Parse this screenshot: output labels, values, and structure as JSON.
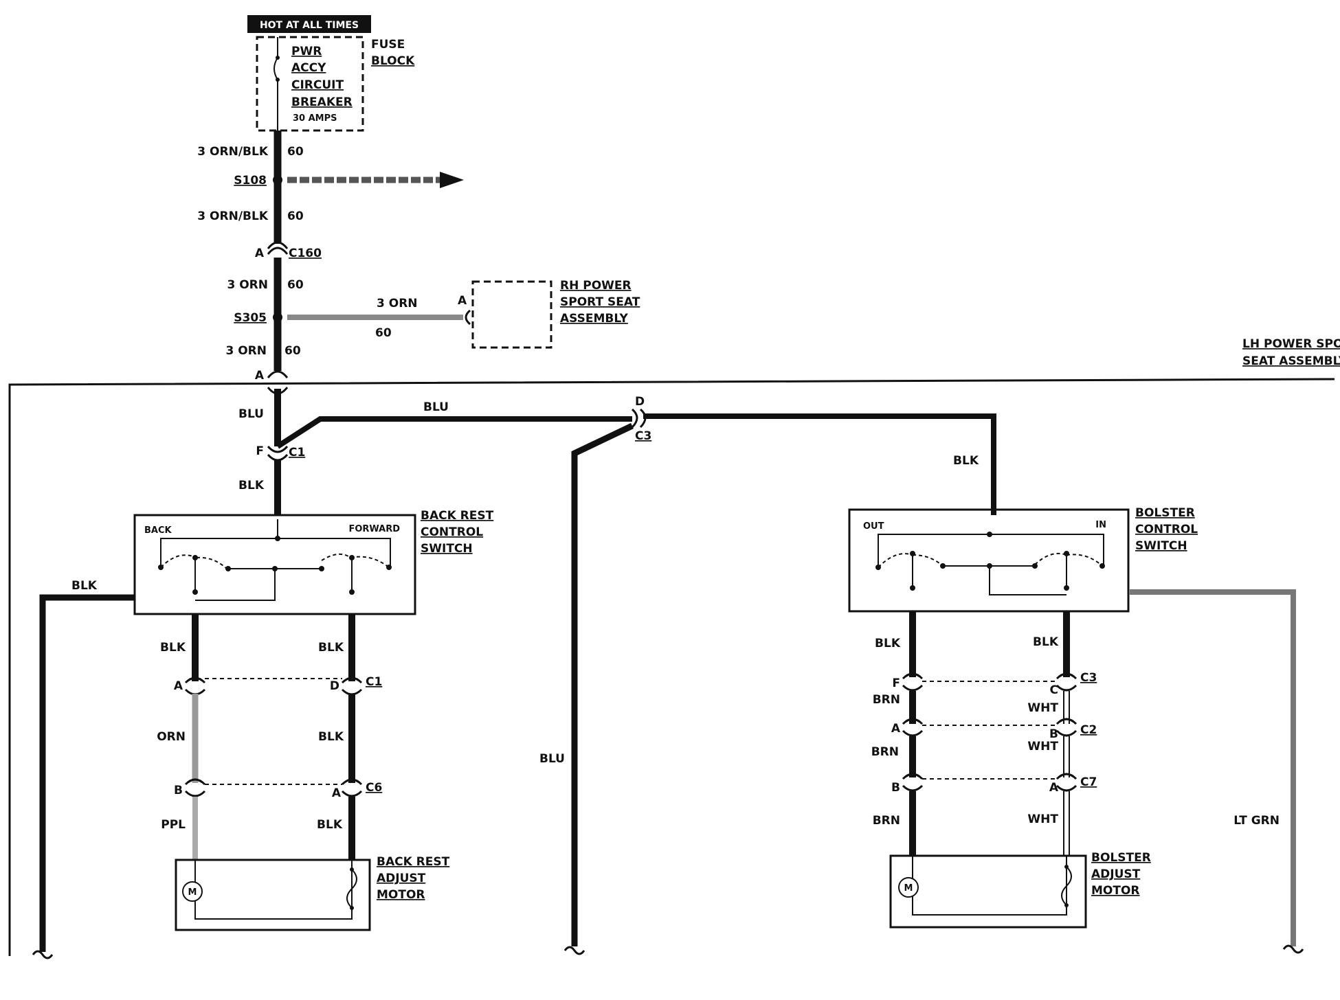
{
  "power": {
    "hot_label": "HOT AT ALL TIMES",
    "fuse_block": [
      "FUSE",
      "BLOCK"
    ],
    "breaker": [
      "PWR",
      "ACCY",
      "CIRCUIT",
      "BREAKER"
    ],
    "breaker_amps": "30 AMPS"
  },
  "feed_wires": {
    "w1": "3 ORN/BLK",
    "g1": "60",
    "splice1": "S108",
    "w2": "3 ORN/BLK",
    "g2": "60",
    "conn_c160_pin": "A",
    "conn_c160": "C160",
    "w3": "3 ORN",
    "g3": "60",
    "splice2": "S305",
    "w4": "3 ORN",
    "g4": "60",
    "conn_a_pin": "A",
    "branch_wire": "3 ORN",
    "branch_gauge": "60",
    "branch_pin": "A"
  },
  "rh_seat": [
    "RH POWER",
    "SPORT SEAT",
    "ASSEMBLY"
  ],
  "lh_seat": [
    "LH POWER SPORT",
    "SEAT ASSEMBLY"
  ],
  "bus": {
    "blu_vertical": "BLU",
    "blu_top": "BLU",
    "c1_pin": "F",
    "c1": "C1",
    "blk_below_c1": "BLK",
    "c3_pin": "D",
    "c3": "C3",
    "blk_to_bolster": "BLK",
    "blk_left": "BLK",
    "blu_down": "BLU",
    "lt_grn": "LT GRN"
  },
  "backrest_switch": {
    "title": [
      "BACK REST",
      "CONTROL",
      "SWITCH"
    ],
    "back": "BACK",
    "forward": "FORWARD"
  },
  "backrest_wires": {
    "left_top": "BLK",
    "right_top": "BLK",
    "pin_a": "A",
    "pin_d": "D",
    "conn_c1": "C1",
    "left_mid": "ORN",
    "right_mid": "BLK",
    "pin_b": "B",
    "pin_a2": "A",
    "conn_c6": "C6",
    "left_bot": "PPL",
    "right_bot": "BLK"
  },
  "backrest_motor": {
    "title": [
      "BACK REST",
      "ADJUST",
      "MOTOR"
    ],
    "m": "M"
  },
  "bolster_switch": {
    "title": [
      "BOLSTER",
      "CONTROL",
      "SWITCH"
    ],
    "out": "OUT",
    "in": "IN"
  },
  "bolster_wires": {
    "left_top": "BLK",
    "right_top": "BLK",
    "pin_f": "F",
    "pin_c": "C",
    "conn_c3": "C3",
    "brn1": "BRN",
    "wht1": "WHT",
    "pin_a": "A",
    "pin_b": "B",
    "conn_c2": "C2",
    "brn2": "BRN",
    "wht2": "WHT",
    "pin_b2": "B",
    "pin_a2": "A",
    "conn_c7": "C7",
    "brn3": "BRN",
    "wht3": "WHT"
  },
  "bolster_motor": {
    "title": [
      "BOLSTER",
      "ADJUST",
      "MOTOR"
    ],
    "m": "M"
  }
}
